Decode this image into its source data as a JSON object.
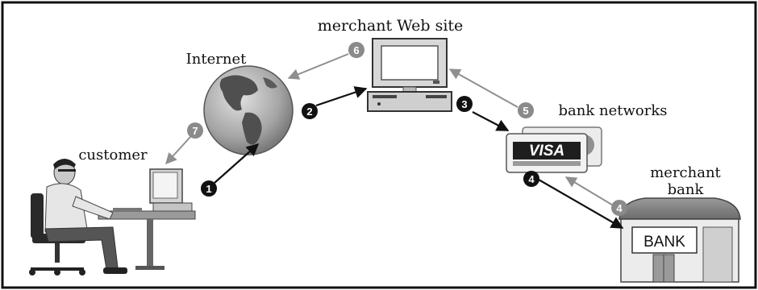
{
  "labels": {
    "merchant_site": "merchant Web site",
    "internet": "Internet",
    "bank_networks": "bank networks",
    "customer": "customer",
    "merchant_bank_line1": "merchant",
    "merchant_bank_line2": "bank",
    "visa": "VISA",
    "bank_sign": "BANK"
  },
  "steps": {
    "s1": "1",
    "s2": "2",
    "s3": "3",
    "s4a": "4",
    "s4b": "4",
    "s5": "5",
    "s6": "6",
    "s7": "7"
  },
  "colors": {
    "step_dark": "#111111",
    "step_gray": "#8a8a8a",
    "arrow_dark": "#111111",
    "arrow_gray": "#8f8f8f"
  }
}
